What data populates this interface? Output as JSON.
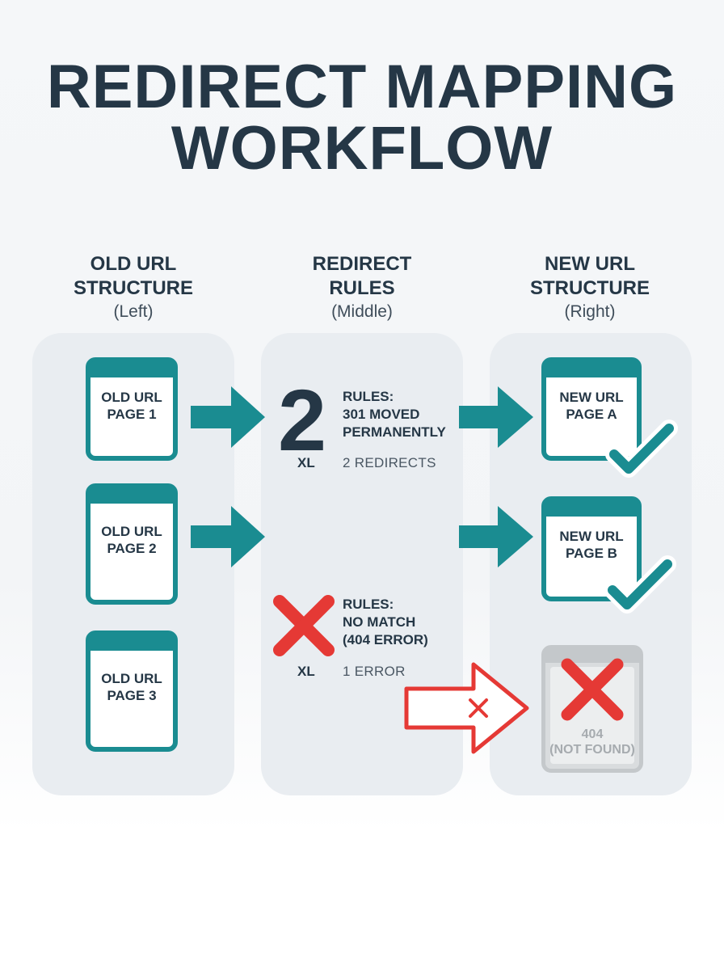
{
  "title": {
    "line1": "REDIRECT MAPPING",
    "line2": "WORKFLOW"
  },
  "columns": {
    "left": {
      "line1": "OLD URL",
      "line2": "STRUCTURE",
      "sub": "(Left)"
    },
    "middle": {
      "line1": "REDIRECT",
      "line2": "RULES",
      "sub": "(Middle)"
    },
    "right": {
      "line1": "NEW URL",
      "line2": "STRUCTURE",
      "sub": "(Right)"
    }
  },
  "old_pages": [
    {
      "line1": "OLD URL",
      "line2": "PAGE 1"
    },
    {
      "line1": "OLD URL",
      "line2": "PAGE 2"
    },
    {
      "line1": "OLD URL",
      "line2": "PAGE 3"
    }
  ],
  "new_pages": [
    {
      "line1": "NEW URL",
      "line2": "PAGE A",
      "status": "check"
    },
    {
      "line1": "NEW URL",
      "line2": "PAGE B",
      "status": "check"
    }
  ],
  "not_found": {
    "line1": "404",
    "line2": "(NOT FOUND)"
  },
  "rule_success": {
    "number": "2",
    "line1": "RULES:",
    "line2": "301 MOVED",
    "line3": "PERMANENTLY",
    "size": "XL",
    "count": "2 REDIRECTS"
  },
  "rule_error": {
    "line1": "RULES:",
    "line2": "NO MATCH",
    "line3": "(404 ERROR)",
    "size": "XL",
    "count": "1 ERROR"
  },
  "colors": {
    "teal": "#1a8c91",
    "navy": "#253746",
    "red": "#e53935",
    "panel": "#e9edf1",
    "gray": "#c4c8cb"
  },
  "icons": {
    "arrow": "right-arrow-icon",
    "success": "checkmark-icon",
    "error": "x-icon",
    "broken_redirect": "broken-arrow-icon"
  }
}
